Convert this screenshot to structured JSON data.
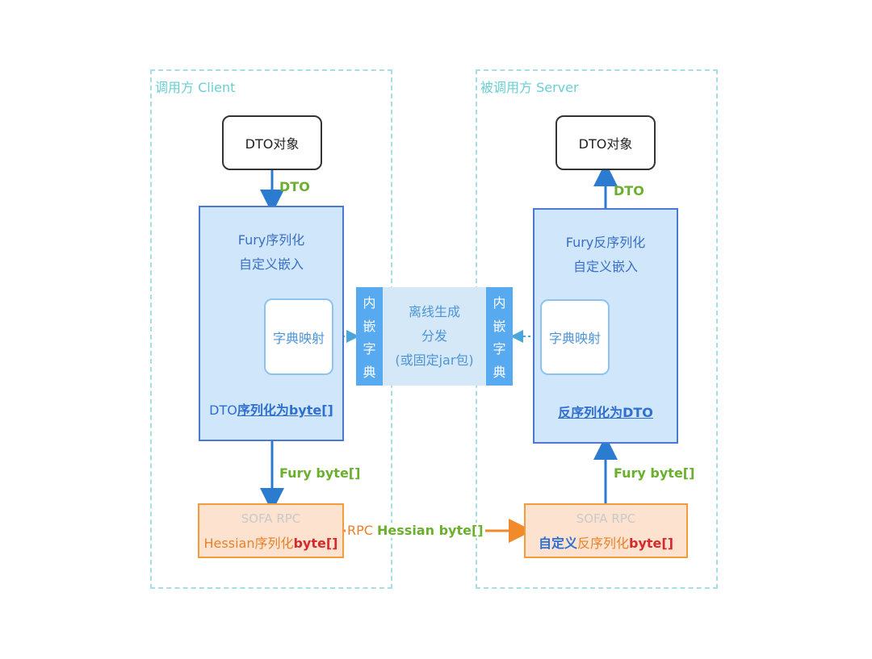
{
  "client": {
    "label": "调用方 Client",
    "dto_object": "DTO对象",
    "arrow_label_dto": "DTO",
    "fury_line1": "Fury序列化",
    "fury_line2": "自定义嵌入",
    "dict_label": "字典映射",
    "serialize_prefix": "DTO",
    "serialize_main": "序列化为byte[]",
    "arrow_label_fury": "Fury byte[]",
    "sofa_title": "SOFA RPC",
    "sofa_line_orange": "Hessian序列化",
    "sofa_line_red": "byte[]"
  },
  "server": {
    "label": "被调用方 Server",
    "dto_object": "DTO对象",
    "arrow_label_dto": "DTO",
    "fury_line1": "Fury反序列化",
    "fury_line2": "自定义嵌入",
    "dict_label": "字典映射",
    "deserialize_main": "反序列化为DTO",
    "arrow_label_fury": "Fury byte[]",
    "sofa_title": "SOFA RPC",
    "sofa_line_blue": "自定义",
    "sofa_line_orange": "反序列化",
    "sofa_line_red": "byte[]"
  },
  "middle": {
    "embed_chars": [
      "内",
      "嵌",
      "字",
      "典"
    ],
    "line1": "离线生成",
    "line2": "分发",
    "line3": "(或固定jar包)"
  },
  "rpc": {
    "prefix": "RPC",
    "label": "Hessian byte[]"
  },
  "colors": {
    "container_border": "#a7dfe0",
    "fury_fill": "#cfe6fb",
    "fury_border": "#4a78d2",
    "arrow_blue": "#2b7bd0",
    "arrow_orange": "#f08a2a",
    "green_label": "#6ab02e"
  }
}
